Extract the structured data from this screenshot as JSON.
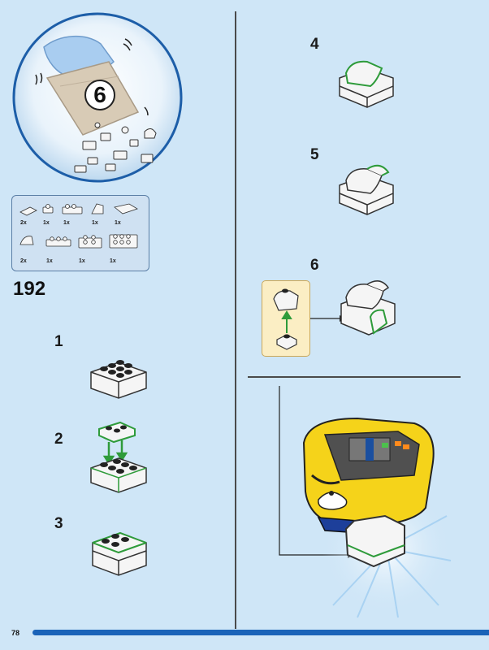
{
  "bag": {
    "number": "6"
  },
  "parts": {
    "row1": [
      "2x",
      "1x",
      "1x",
      "1x",
      "1x"
    ],
    "row2": [
      "2x",
      "1x",
      "1x",
      "1x"
    ]
  },
  "set_number": "192",
  "steps": {
    "s1": "1",
    "s2": "2",
    "s3": "3",
    "s4": "4",
    "s5": "5",
    "s6": "6"
  },
  "page_number": "78",
  "colors": {
    "background": "#cfe6f7",
    "accent_blue": "#1a63b8",
    "new_part_outline": "#2e9b3a",
    "model_yellow": "#f5d31a"
  }
}
